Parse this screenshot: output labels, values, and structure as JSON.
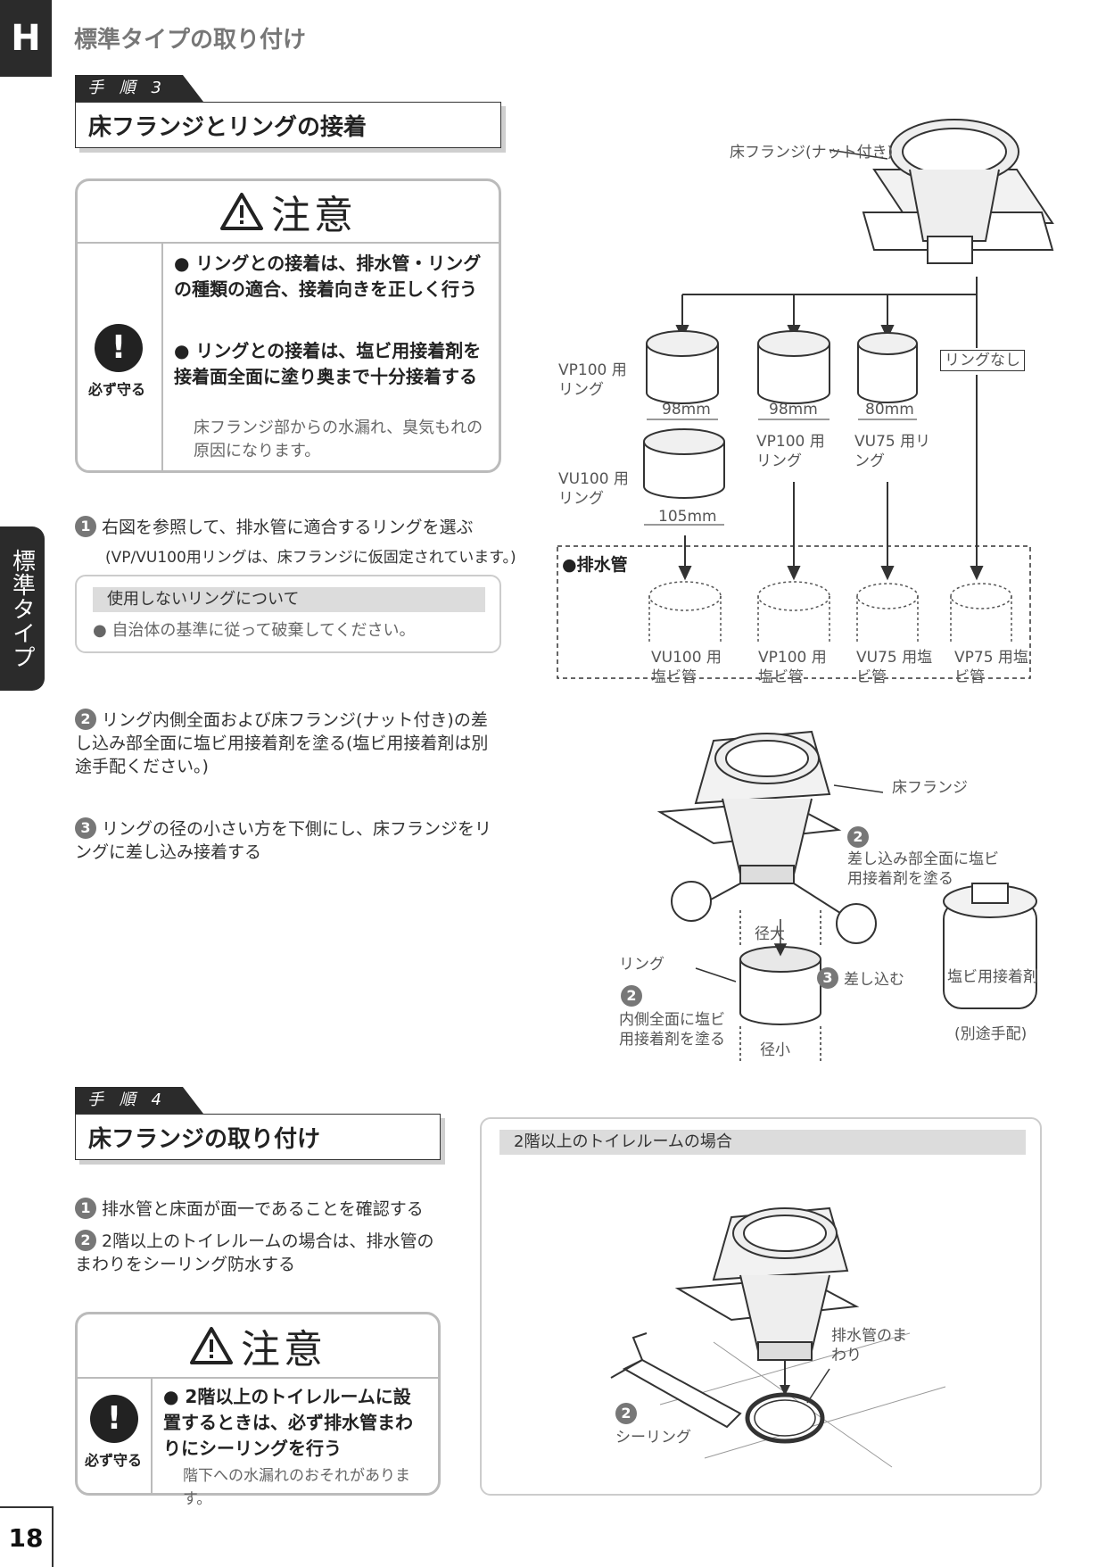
{
  "header": {
    "tab": "H",
    "title": "標準タイプの取り付け"
  },
  "side_tab": "標準タイプ",
  "page_number": "18",
  "step3": {
    "tag": "手 順 3",
    "title": "床フランジとリングの接着",
    "caution": {
      "title": "注意",
      "must_label": "必ず守る",
      "bullets": [
        "リングとの接着は、排水管・リングの種類の適合、接着向きを正しく行う",
        "リングとの接着は、塩ビ用接着剤を接着面全面に塗り奥まで十分接着する"
      ],
      "note": "床フランジ部からの水漏れ、臭気もれの原因になります。"
    },
    "steps": [
      {
        "num": "1",
        "text": "右図を参照して、排水管に適合するリングを選ぶ",
        "sub": "(VP/VU100用リングは、床フランジに仮固定されています。)"
      },
      {
        "num": "2",
        "text": "リング内側全面および床フランジ(ナット付き)の差し込み部全面に塩ビ用接着剤を塗る(塩ビ用接着剤は別途手配ください。)"
      },
      {
        "num": "3",
        "text": "リングの径の小さい方を下側にし、床フランジをリングに差し込み接着する"
      }
    ],
    "unused_ring": {
      "title": "使用しないリングについて",
      "text": "自治体の基準に従って破棄してください。"
    },
    "diagram": {
      "flange_label": "床フランジ(ナット付き)",
      "rings": [
        {
          "name": "VP100 用リング",
          "size": "98mm"
        },
        {
          "name": "VP100 用リング",
          "size": "98mm"
        },
        {
          "name": "VU75 用リング",
          "size": "80mm"
        },
        {
          "name": "VU100 用リング",
          "size": "105mm"
        }
      ],
      "no_ring": "リングなし",
      "drain_title": "●排水管",
      "pipes": [
        "VU100 用塩ビ管",
        "VP100 用塩ビ管",
        "VU75 用塩ビ管",
        "VP75 用塩ビ管"
      ]
    },
    "diagram2": {
      "flange": "床フランジ",
      "apply_flange": "差し込み部全面に塩ビ用接着剤を塗る",
      "large": "径大",
      "small": "径小",
      "ring": "リング",
      "apply_ring": "内側全面に塩ビ用接着剤を塗る",
      "insert": "差し込む",
      "adhesive": "塩ビ用接着剤",
      "adhesive_note": "(別途手配)"
    }
  },
  "step4": {
    "tag": "手 順 4",
    "title": "床フランジの取り付け",
    "steps": [
      {
        "num": "1",
        "text": "排水管と床面が面一であることを確認する"
      },
      {
        "num": "2",
        "text": "2階以上のトイレルームの場合は、排水管のまわりをシーリング防水する"
      }
    ],
    "caution": {
      "title": "注意",
      "must_label": "必ず守る",
      "bullet": "2階以上のトイレルームに設置するときは、必ず排水管まわりにシーリングを行う",
      "note": "階下への水漏れのおそれがあります。"
    },
    "panel": {
      "title": "2階以上のトイレルームの場合",
      "pipe_label": "排水管のまわり",
      "sealing": "シーリング"
    }
  }
}
